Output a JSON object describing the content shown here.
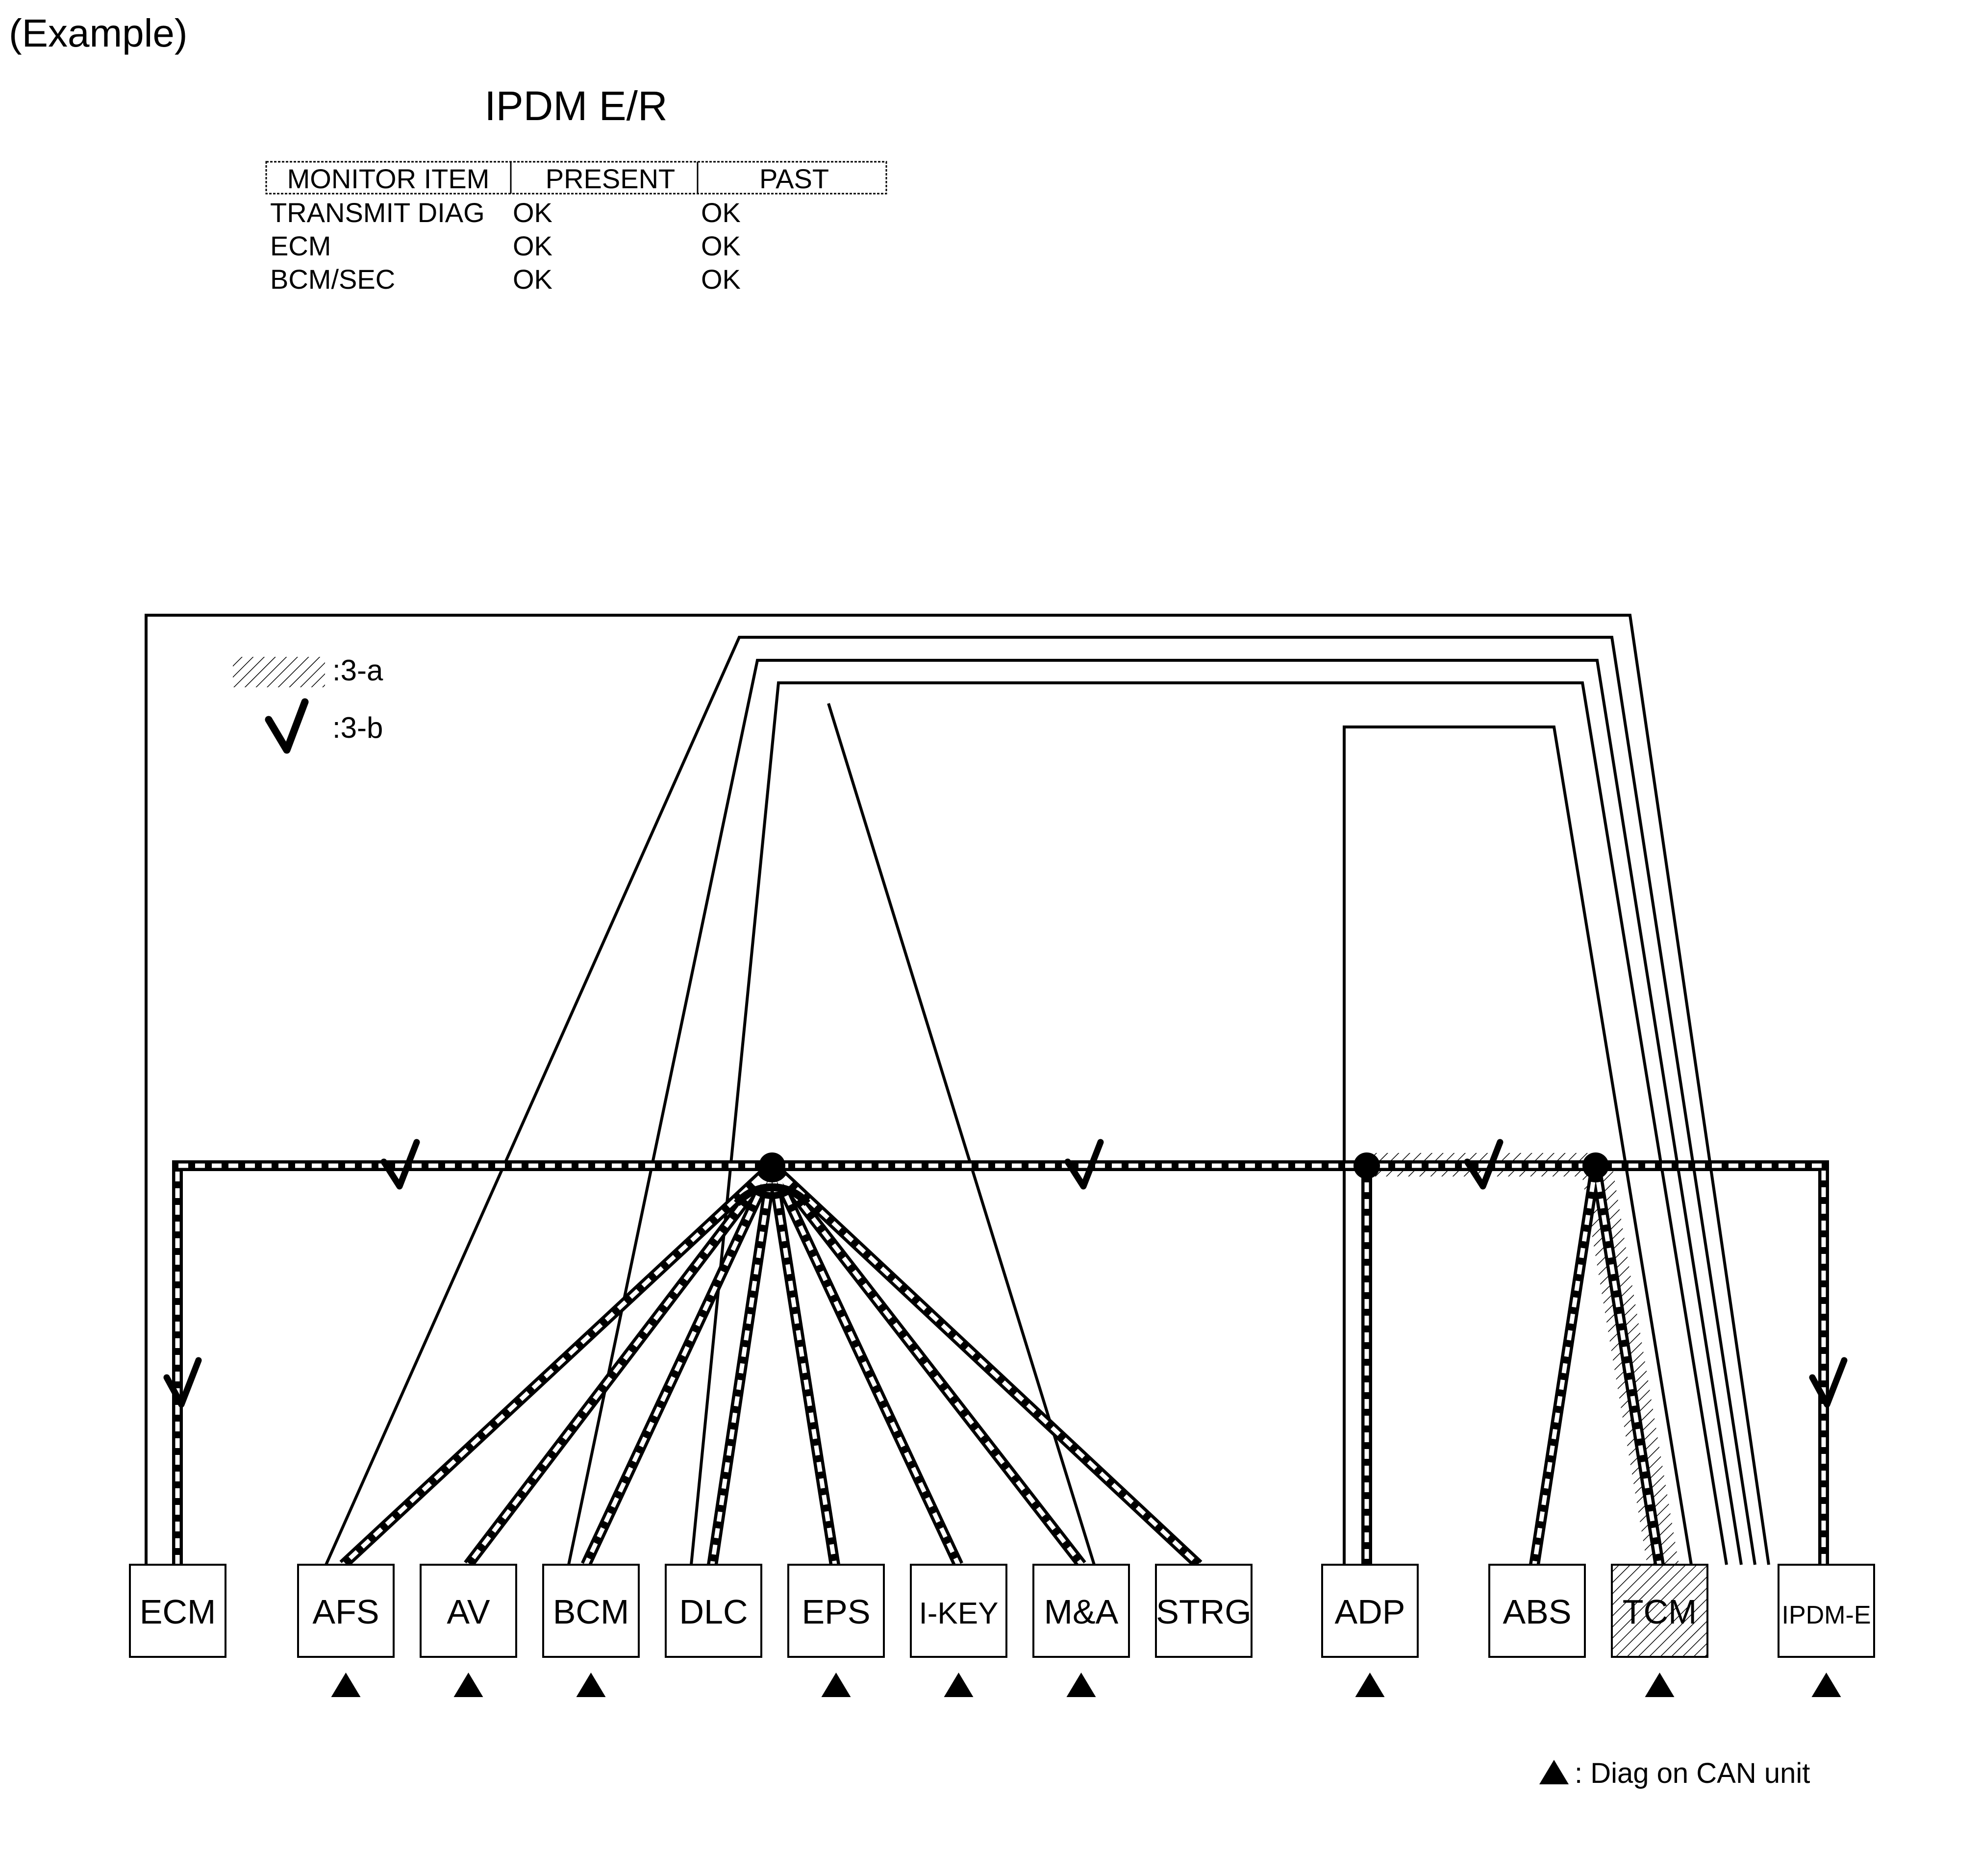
{
  "example_label": "(Example)",
  "monitor": {
    "title": "IPDM E/R",
    "headers": [
      "MONITOR ITEM",
      "PRESENT",
      "PAST"
    ],
    "rows": [
      [
        "TRANSMIT DIAG",
        "OK",
        "OK"
      ],
      [
        "ECM",
        "OK",
        "OK"
      ],
      [
        "BCM/SEC",
        "OK",
        "OK"
      ]
    ]
  },
  "legend": {
    "hatch_label": ":3-a",
    "check_label": ":3-b",
    "diag_label": ": Diag on CAN unit"
  },
  "units": [
    {
      "id": "ecm",
      "label": "ECM",
      "diag": false,
      "hatched": false
    },
    {
      "id": "afs",
      "label": "AFS",
      "diag": true,
      "hatched": false
    },
    {
      "id": "av",
      "label": "AV",
      "diag": true,
      "hatched": false
    },
    {
      "id": "bcm",
      "label": "BCM",
      "diag": true,
      "hatched": false
    },
    {
      "id": "dlc",
      "label": "DLC",
      "diag": false,
      "hatched": false
    },
    {
      "id": "eps",
      "label": "EPS",
      "diag": true,
      "hatched": false
    },
    {
      "id": "ikey",
      "label": "I-KEY",
      "diag": true,
      "hatched": false
    },
    {
      "id": "ma",
      "label": "M&A",
      "diag": true,
      "hatched": false
    },
    {
      "id": "strg",
      "label": "STRG",
      "diag": false,
      "hatched": false
    },
    {
      "id": "adp",
      "label": "ADP",
      "diag": true,
      "hatched": false
    },
    {
      "id": "abs",
      "label": "ABS",
      "diag": false,
      "hatched": false
    },
    {
      "id": "tcm",
      "label": "TCM",
      "diag": true,
      "hatched": true
    },
    {
      "id": "ipdme",
      "label": "IPDM-E",
      "diag": true,
      "hatched": false
    }
  ]
}
